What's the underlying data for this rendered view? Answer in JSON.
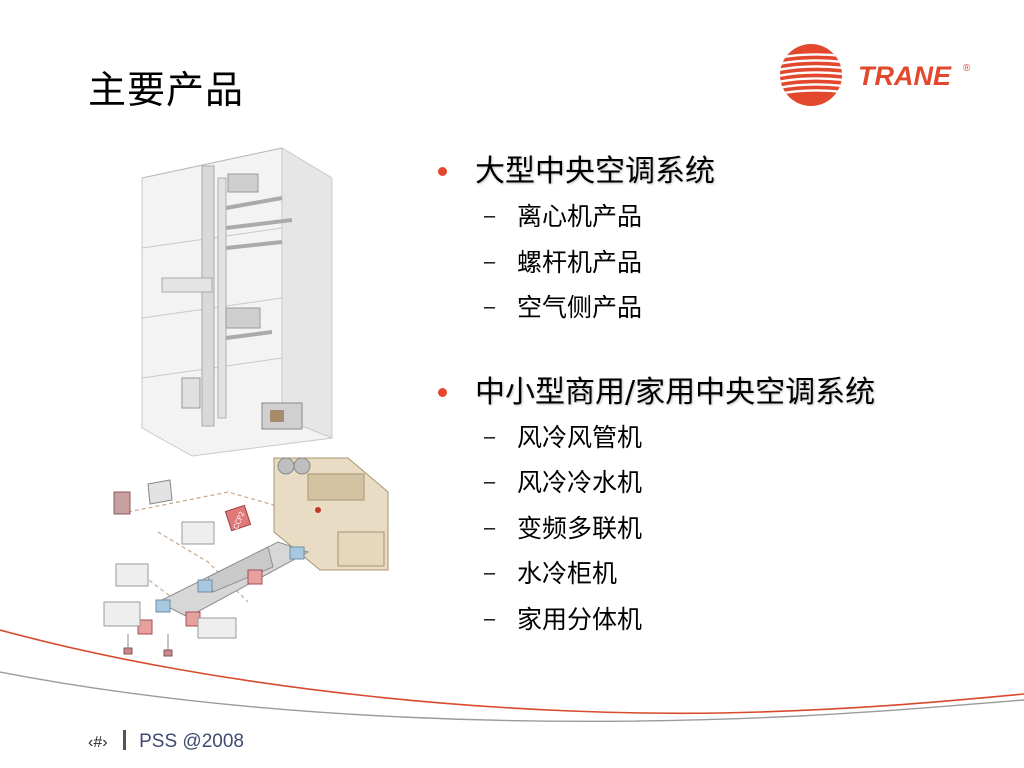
{
  "slide": {
    "title": "主要产品",
    "logo_text": "TRANE",
    "logo_mark": "®",
    "sections": [
      {
        "heading": "大型中央空调系统",
        "items": [
          "离心机产品",
          "螺杆机产品",
          "空气侧产品"
        ]
      },
      {
        "heading": "中小型商用/家用中央空调系统",
        "items": [
          "风冷风管机",
          "风冷冷水机",
          "变频多联机",
          "水冷柜机",
          "家用分体机"
        ]
      }
    ],
    "sub_marker": "–",
    "diagram_label": "CCP2",
    "footer": {
      "page_number": "‹#›",
      "text": "PSS @2008"
    }
  },
  "colors": {
    "brand": "#e2482e",
    "bullet": "#e2482e",
    "swoosh_red": "#d74a2c",
    "swoosh_gray": "#9a9a9a",
    "footer_text": "#404a70"
  },
  "icons": {
    "logo": "trane-logo-icon",
    "bullet": "bullet-dot-icon",
    "building": "building-hvac-illustration",
    "duct": "duct-system-illustration"
  }
}
